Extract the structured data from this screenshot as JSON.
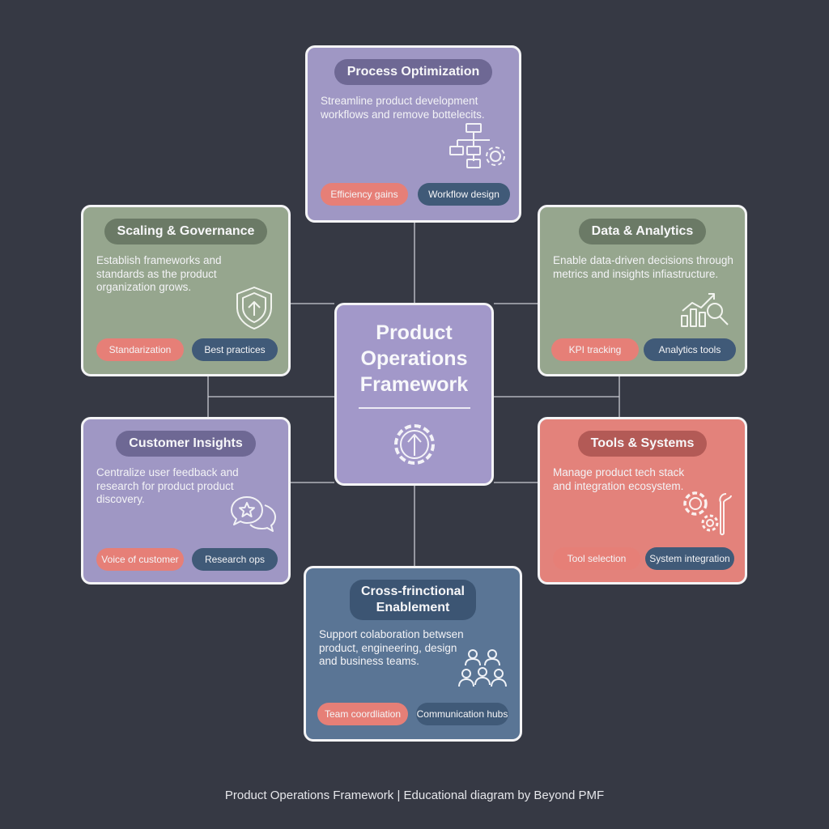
{
  "center": {
    "title_lines": [
      "Product",
      "Operations",
      "Framework"
    ]
  },
  "cards": {
    "process": {
      "title": "Process Optimization",
      "description": "Streamline product development workflows and remove bottelecits.",
      "tags": [
        "Efficiency gains",
        "Workflow design"
      ],
      "icon": "workflow-gear-icon"
    },
    "scaling": {
      "title": "Scaling & Governance",
      "description": "Establish frameworks and standards as the product organization grows.",
      "tags": [
        "Standarization",
        "Best practices"
      ],
      "icon": "shield-arrow-icon"
    },
    "data": {
      "title": "Data & Analytics",
      "description": "Enable data-driven decisions through metrics and insights infiastructure.",
      "tags": [
        "KPI tracking",
        "Analytics tools"
      ],
      "icon": "chart-magnifier-icon"
    },
    "customer": {
      "title": "Customer Insights",
      "description": "Centralize user feedback and research for product product discovery.",
      "tags": [
        "Voice of customer",
        "Research ops"
      ],
      "icon": "chat-star-icon"
    },
    "tools": {
      "title": "Tools & Systems",
      "description": "Manage product tech stack and integration ecosystem.",
      "tags": [
        "Tool selection",
        "System integration"
      ],
      "icon": "gears-wrench-icon"
    },
    "cross": {
      "title_lines": [
        "Cross-frinctional",
        "Enablement"
      ],
      "description": "Support colaboration betwsen product, engineering, design and business teams.",
      "tags": [
        "Team coordliation",
        "Communication hubs"
      ],
      "icon": "team-people-icon"
    }
  },
  "footer": "Product Operations Framework | Educational diagram by Beyond PMF",
  "colors": {
    "background": "#363944",
    "purple": "#9f97c4",
    "green": "#96a68e",
    "coral": "#e3827b",
    "blue": "#5a7595",
    "tag_salmon": "#e67f77",
    "tag_navy": "#405a78"
  }
}
